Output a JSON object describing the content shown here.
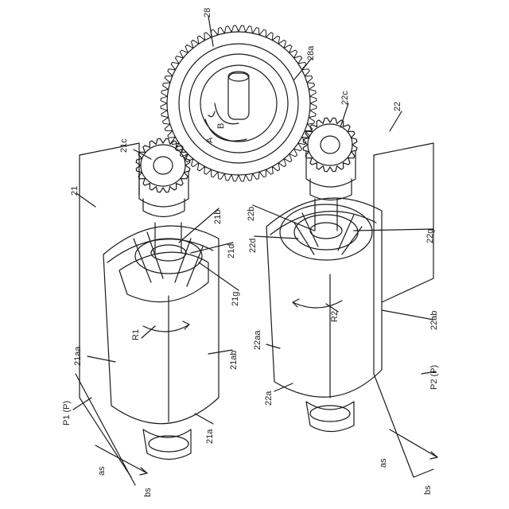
{
  "labels": {
    "gear_top": "28",
    "gear_top_hub": "28a",
    "gear_left": "21c",
    "gear_right": "22c",
    "unit_left": "21",
    "unit_right": "22",
    "shaft_left": "21b",
    "disc_left": "21d",
    "blade_left": "21g",
    "shaft_right": "22b",
    "disc_right": "22d",
    "blade_right": "22g",
    "rot_left": "R1",
    "rot_right": "R2",
    "body_left_front": "21aa",
    "body_left_side": "21ab",
    "body_left_bottom": "21a",
    "body_right_front": "22aa",
    "body_right_side": "22ab",
    "body_right_bottom": "22a",
    "plane_left": "P1 (P)",
    "plane_right": "P2 (P)",
    "flow_as_left": "as",
    "flow_bs_left": "bs",
    "flow_as_right": "as",
    "flow_bs_right": "bs",
    "dir_a": "A",
    "dir_b": "B"
  },
  "colors": {
    "line": "#1a1a1a",
    "paper": "#ffffff"
  }
}
